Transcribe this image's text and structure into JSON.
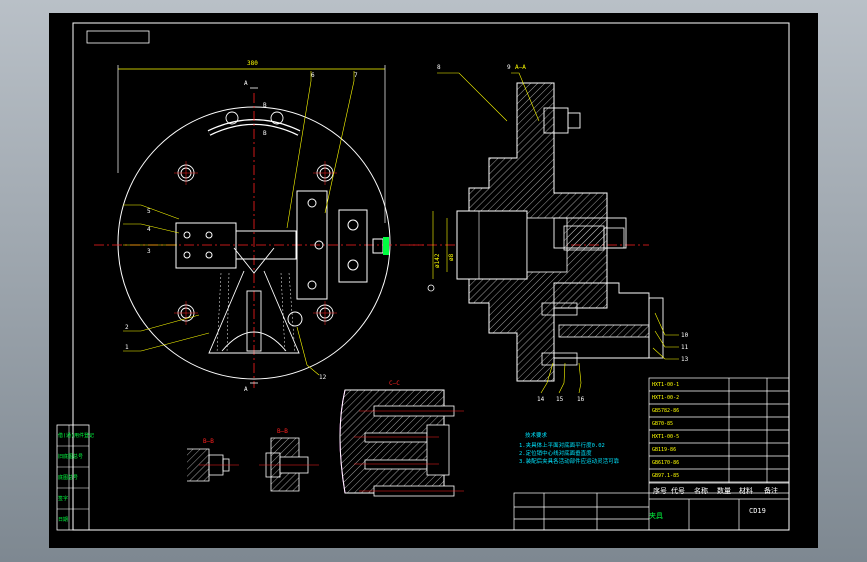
{
  "drawing": {
    "dimension_top": "380",
    "section_top": "A—A",
    "section_mid": "C—C",
    "section_small_a": "B—B",
    "section_small_b": "B—B",
    "dim_bore_left": "ø142",
    "dim_bore_mid": "ø8",
    "view_marks": [
      "A",
      "A",
      "B",
      "B"
    ],
    "callouts_left": [
      "5",
      "4",
      "3",
      "2",
      "1"
    ],
    "callouts_top": [
      "6",
      "7"
    ],
    "callout_bottom": "12",
    "callouts_right": [
      "8",
      "9"
    ],
    "callouts_right_side": [
      "10",
      "11",
      "13"
    ],
    "callouts_lower": [
      "14",
      "15",
      "16"
    ]
  },
  "tech_notes": {
    "heading": "技术要求",
    "lines": [
      "1.夹具体上平面对底面平行度0.02",
      "2.定位销中心线对底面垂直度",
      "3.装配后夹具各活动部件应运动灵活可靠"
    ]
  },
  "left_strip": [
    "借(通)用件登记",
    "旧底图总号",
    "底图总号",
    "签字",
    "日期"
  ],
  "title_block": {
    "drawing_no": "CD19",
    "title_left": "夹具",
    "labels": [
      "序号",
      "代号",
      "名称",
      "数量",
      "材料",
      "备注"
    ]
  },
  "parts_list": [
    "HXT1-00-1",
    "HXT1-00-2",
    "GB5782-86",
    "GB70-85",
    "HXT1-00-5",
    "GB119-86",
    "GB6170-86",
    "GB97.1-85"
  ],
  "colors": {
    "line": "#ffffff",
    "center": "#ff2020",
    "hatch": "#c8c8c8",
    "dim": "#ffff00",
    "note": "#00e5ff",
    "green": "#00ff40",
    "magenta": "#ff40ff"
  }
}
